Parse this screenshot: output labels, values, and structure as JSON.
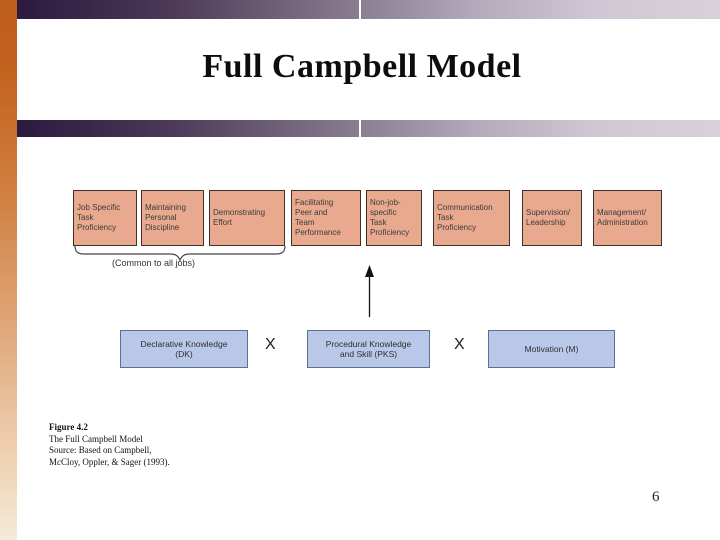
{
  "slide": {
    "title": "Full Campbell Model",
    "page_number": "6"
  },
  "diagram": {
    "performance_components": [
      {
        "label": "Job Specific\nTask\nProficiency"
      },
      {
        "label": "Maintaining\nPersonal\nDiscipline"
      },
      {
        "label": "Demonstrating\nEffort"
      },
      {
        "label": "Facilitating\nPeer and\nTeam\nPerformance"
      },
      {
        "label": "Non-job-\nspecific\nTask\nProficiency"
      },
      {
        "label": "Communication\nTask\nProficiency"
      },
      {
        "label": "Supervision/\nLeadership"
      },
      {
        "label": "Management/\nAdministration"
      }
    ],
    "brace_note": "(Common to all jobs)",
    "determinants": [
      {
        "label": "Declarative Knowledge\n(DK)"
      },
      {
        "label": "Procedural Knowledge\nand Skill (PKS)"
      },
      {
        "label": "Motivation (M)"
      }
    ],
    "multiply_symbol": "X",
    "colors": {
      "accent_bar_dark": "#2b1940",
      "accent_bar_light": "#d8d1da",
      "left_strip_top": "#c2611e",
      "left_strip_bottom": "#f6ead9",
      "performance_box_fill": "#e9a98e",
      "performance_box_border": "#40302a",
      "determinant_box_fill": "#b9c7e8",
      "determinant_box_border": "#5f6f96"
    }
  },
  "caption": {
    "figure_label": "Figure 4.2",
    "figure_title": "The Full Campbell Model",
    "source_line1": "Source: Based on Campbell,",
    "source_line2": "McCloy, Oppler, & Sager (1993)."
  }
}
